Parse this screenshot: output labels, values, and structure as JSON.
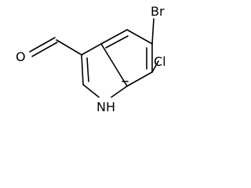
{
  "molecule": {
    "atoms": {
      "br": "Br",
      "cl": "Cl",
      "o": "O",
      "nh": "NH"
    },
    "bond_color": "#000000",
    "label_color": "#000000"
  }
}
